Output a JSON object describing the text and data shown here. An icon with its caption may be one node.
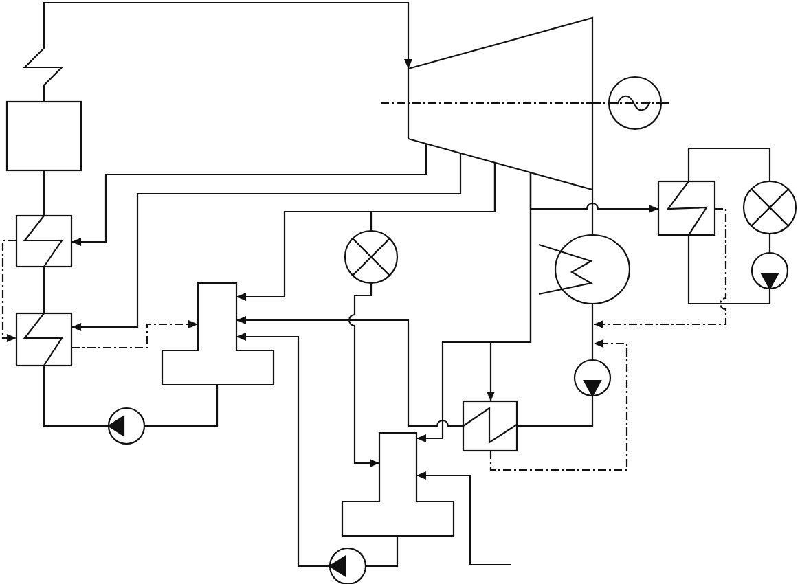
{
  "diagram": {
    "nodes": [
      {
        "text": [],
        "shape": "trapezoid"
      },
      {
        "text": [],
        "shape": "circle"
      },
      {
        "text": [],
        "shape": "box"
      },
      {
        "text": [],
        "shape": "box"
      },
      {
        "text": [],
        "shape": "circle"
      },
      {
        "text": [],
        "shape": "circle"
      },
      {
        "text": [],
        "shape": "box"
      },
      {
        "text": [],
        "shape": "circle"
      },
      {
        "text": [],
        "shape": "circle"
      },
      {
        "text": [],
        "shape": "tee"
      },
      {
        "text": [],
        "shape": "box"
      },
      {
        "text": [],
        "shape": "circle"
      },
      {
        "text": [],
        "shape": "box"
      },
      {
        "text": [],
        "shape": "circle"
      },
      {
        "text": [],
        "shape": "tee"
      },
      {
        "text": [],
        "shape": "circle"
      }
    ],
    "edges": [
      {
        "from": 2,
        "to": 0,
        "arrow": "to"
      },
      {
        "from": 3,
        "to": 2,
        "arrow": "none"
      },
      {
        "from": 10,
        "to": 3,
        "arrow": "none"
      },
      {
        "from": 0,
        "to": 3,
        "arrow": "to"
      },
      {
        "from": 0,
        "to": 10,
        "arrow": "to"
      },
      {
        "from": 0,
        "to": 9,
        "arrow": "to"
      },
      {
        "from": 0,
        "to": 4,
        "arrow": "none"
      },
      {
        "from": 4,
        "to": 14,
        "arrow": "to"
      },
      {
        "from": 0,
        "to": 6,
        "arrow": "to"
      },
      {
        "from": 0,
        "to": 12,
        "arrow": "to"
      },
      {
        "from": 0,
        "to": 14,
        "arrow": "to"
      },
      {
        "from": 0,
        "to": 5,
        "arrow": "none"
      },
      {
        "from": 0,
        "to": 1,
        "arrow": "none",
        "style": "dashed"
      },
      {
        "from": 5,
        "to": 11,
        "arrow": "none"
      },
      {
        "from": 11,
        "to": 12,
        "arrow": "none"
      },
      {
        "from": 12,
        "to": 9,
        "arrow": "to"
      },
      {
        "from": 12,
        "to": 11,
        "arrow": "to",
        "style": "dashed"
      },
      {
        "from": 9,
        "to": 13,
        "arrow": "none"
      },
      {
        "from": 13,
        "to": 10,
        "arrow": "none"
      },
      {
        "from": 3,
        "to": 10,
        "arrow": "to",
        "style": "dashed"
      },
      {
        "from": 10,
        "to": 9,
        "arrow": "to",
        "style": "dashed"
      },
      {
        "from": 14,
        "to": 15,
        "arrow": "none"
      },
      {
        "from": 15,
        "to": 9,
        "arrow": "to"
      },
      {
        "from": null,
        "to": 14,
        "arrow": "to"
      },
      {
        "from": 6,
        "to": 7,
        "arrow": "none"
      },
      {
        "from": 7,
        "to": 8,
        "arrow": "none"
      },
      {
        "from": 8,
        "to": 6,
        "arrow": "none"
      },
      {
        "from": 6,
        "to": 5,
        "arrow": "to",
        "style": "dashed"
      }
    ]
  }
}
